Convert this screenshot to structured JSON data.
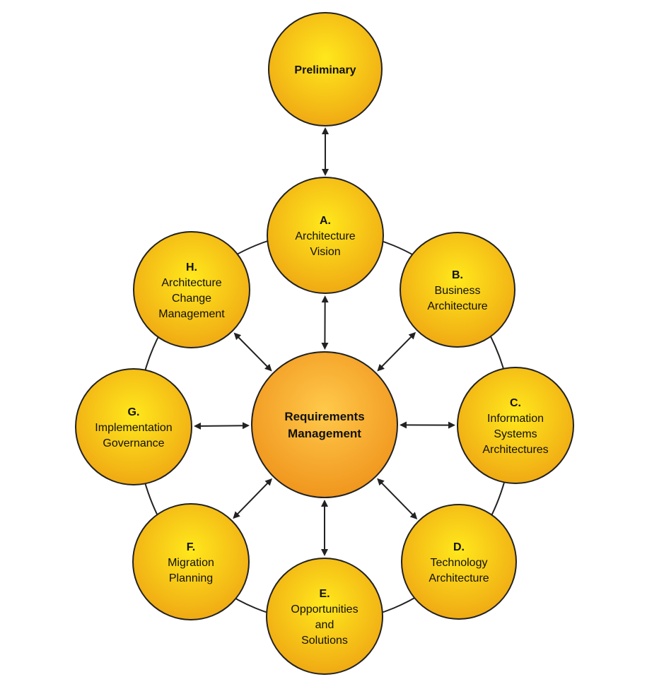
{
  "colors": {
    "phase_fill_center": "#FFE81C",
    "phase_fill_edge": "#F0AA14",
    "center_fill_center": "#FFC94A",
    "center_fill_edge": "#F0961E",
    "outline": "#222222"
  },
  "preliminary": {
    "title": "Preliminary"
  },
  "center": {
    "line1": "Requirements",
    "line2": "Management"
  },
  "phases": [
    {
      "id": "a",
      "letter": "A.",
      "lines": [
        "Architecture",
        "Vision"
      ]
    },
    {
      "id": "b",
      "letter": "B.",
      "lines": [
        "Business",
        "Architecture"
      ]
    },
    {
      "id": "c",
      "letter": "C.",
      "lines": [
        "Information",
        "Systems",
        "Architectures"
      ]
    },
    {
      "id": "d",
      "letter": "D.",
      "lines": [
        "Technology",
        "Architecture"
      ]
    },
    {
      "id": "e",
      "letter": "E.",
      "lines": [
        "Opportunities",
        "and",
        "Solutions"
      ]
    },
    {
      "id": "f",
      "letter": "F.",
      "lines": [
        "Migration",
        "Planning"
      ]
    },
    {
      "id": "g",
      "letter": "G.",
      "lines": [
        "Implementation",
        "Governance"
      ]
    },
    {
      "id": "h",
      "letter": "H.",
      "lines": [
        "Architecture",
        "Change",
        "Management"
      ]
    }
  ]
}
